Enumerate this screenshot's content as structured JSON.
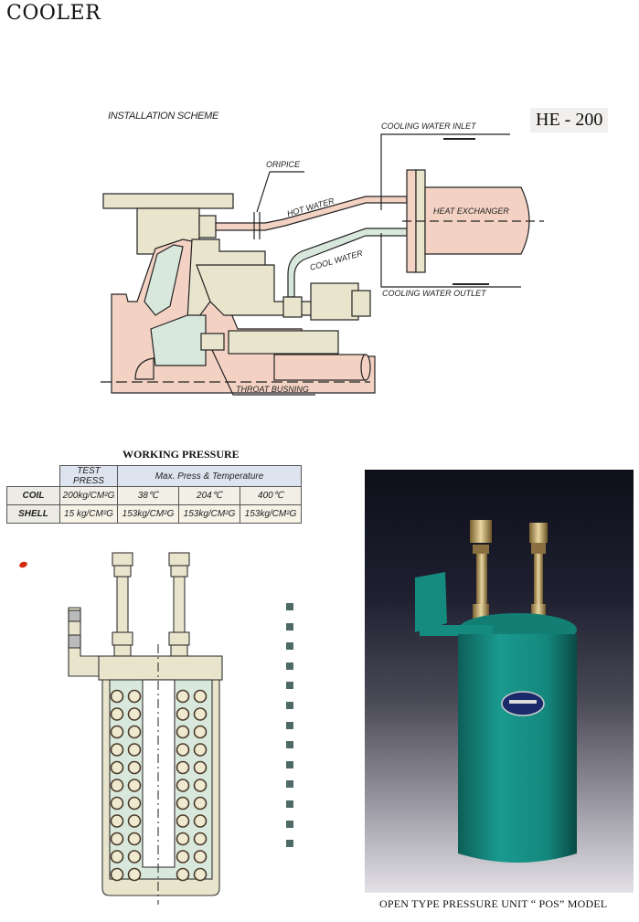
{
  "page": {
    "title": "COOLER",
    "model": "HE - 200"
  },
  "installation_scheme": {
    "heading": "INSTALLATION SCHEME",
    "labels": {
      "cooling_water_inlet": "COOLING WATER INLET",
      "cooling_water_outlet": "COOLING WATER OUTLET",
      "orifice": "ORIPICE",
      "hot_water": "HOT WATER",
      "cool_water": "COOL WATER",
      "heat_exchanger": "HEAT EXCHANGER",
      "throat_bushing": "THROAT BUSNING"
    },
    "colors": {
      "pink": "#f3d2c3",
      "beige": "#e9e5cc",
      "mint": "#d9e8dc",
      "line": "#222222"
    }
  },
  "working_pressure": {
    "title": "WORKING PRESSURE",
    "headers": [
      "TEST PRESS",
      "Max. Press & Temperature"
    ],
    "temperatures": [
      "38℃",
      "204℃",
      "400℃"
    ],
    "rows": [
      {
        "label": "COIL",
        "test_press": "200kg/CM²G"
      },
      {
        "label": "SHELL",
        "test_press": "15 kg/CM²G",
        "values": [
          "153kg/CM²G",
          "153kg/CM²G",
          "153kg/CM²G"
        ]
      }
    ]
  },
  "photo": {
    "caption": "OPEN TYPE PRESSURE UNIT “ POS” MODEL",
    "body_color": "#16938a"
  }
}
